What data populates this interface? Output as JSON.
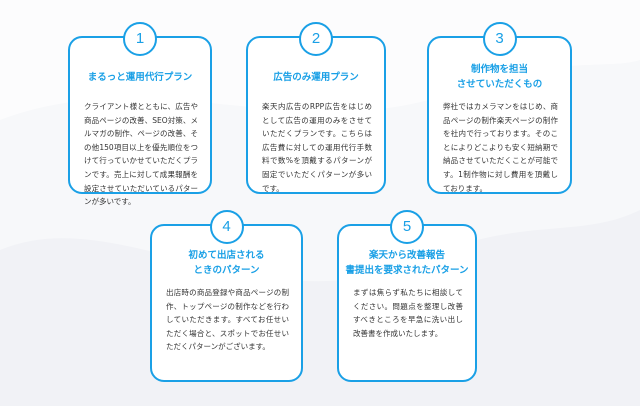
{
  "theme": {
    "accent": "#1aa0e6",
    "text": "#333333",
    "background": "#f7f8fa"
  },
  "plans": [
    {
      "number": "1",
      "title": "まるっと運用代行プラン",
      "body": "クライアント様とともに、広告や商品ページの改善、SEO対策、メルマガの制作、ページの改善、その他150項目以上を優先順位をつけて行っていかせていただくプランです。売上に対して成果報酬を設定させていただいているパターンが多いです。"
    },
    {
      "number": "2",
      "title": "広告のみ運用プラン",
      "body": "楽天内広告のRPP広告をはじめとして広告の運用のみをさせていただくプランです。こちらは広告費に対しての運用代行手数料で数%を頂戴するパターンが固定でいただくパターンが多いです。"
    },
    {
      "number": "3",
      "title": "制作物を担当\nさせていただくもの",
      "body": "弊社ではカメラマンをはじめ、商品ページの制作楽天ページの制作を社内で行っております。そのことによりどこよりも安く短納期で納品させていただくことが可能です。1制作物に対し費用を頂戴しております。"
    },
    {
      "number": "4",
      "title": "初めて出店される\nときのパターン",
      "body": "出店時の商品登録や商品ページの制作、トップページの制作などを行わしていただきます。すべてお任せいただく場合と、スポットでお任せいただくパターンがございます。"
    },
    {
      "number": "5",
      "title": "楽天から改善報告\n書提出を要求されたパターン",
      "body": "まずは焦らず私たちに相談してください。問題点を整理し改善すべきところを早急に洗い出し改善書を作成いたします。"
    }
  ]
}
